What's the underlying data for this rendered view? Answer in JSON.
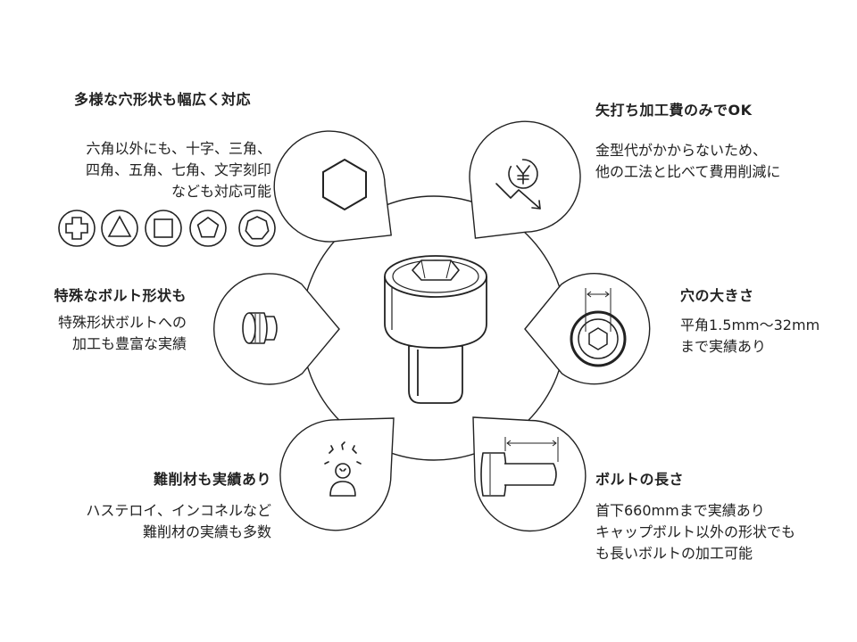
{
  "features": {
    "hole_shapes": {
      "title": "多様な穴形状も幅広く対応",
      "lines": [
        "六角以外にも、十字、三角、",
        "四角、五角、七角、文字刻印",
        "なども対応可能"
      ],
      "icon": "hexagon-icon"
    },
    "cost": {
      "title": "矢打ち加工費のみでOK",
      "lines": [
        "金型代がかからないため、",
        "他の工法と比べて費用削減に"
      ],
      "icon": "yen-cost-down-icon"
    },
    "special": {
      "title": "特殊なボルト形状も",
      "lines": [
        "特殊形状ボルトへの",
        "加工も豊富な実績"
      ],
      "icon": "special-bolt-icon"
    },
    "hole_size": {
      "title": "穴の大きさ",
      "lines": [
        "平角1.5mm～32mm",
        "まで実績あり"
      ],
      "icon": "hole-size-icon"
    },
    "hard_material": {
      "title": "難削材も実績あり",
      "lines": [
        "ハステロイ、インコネルなど",
        "難削材の実績も多数"
      ],
      "icon": "struggling-worker-icon"
    },
    "length": {
      "title": "ボルトの長さ",
      "lines": [
        "首下660mmまで実績あり",
        "キャップボルト以外の形状でも",
        "も長いボルトの加工可能"
      ],
      "icon": "bolt-length-icon"
    }
  },
  "shape_icons": [
    "cross-shape-icon",
    "triangle-shape-icon",
    "square-shape-icon",
    "pentagon-shape-icon",
    "heptagon-shape-icon"
  ],
  "center_icon": "socket-cap-bolt-icon",
  "colors": {
    "stroke": "#222222",
    "fill": "#ffffff",
    "text": "#222222"
  }
}
